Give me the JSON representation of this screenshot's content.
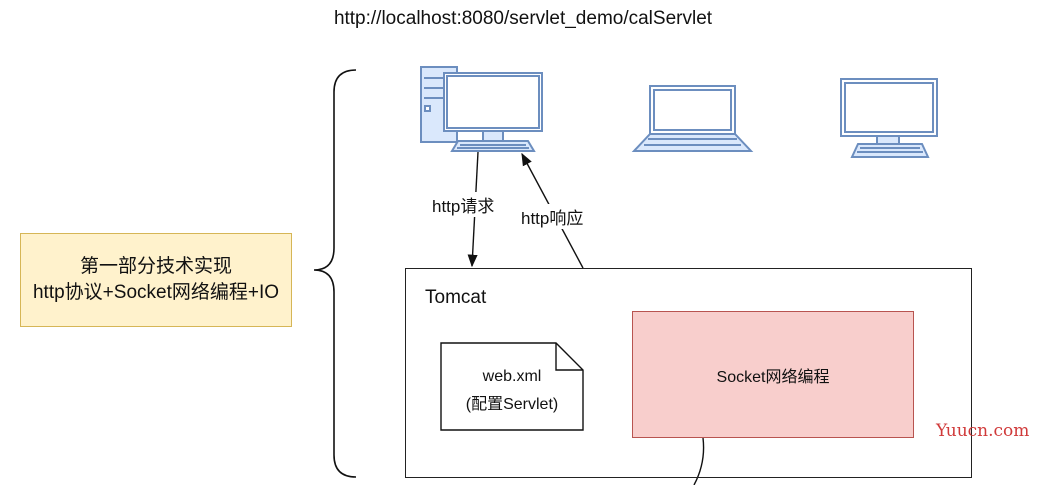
{
  "title": "http://localhost:8080/servlet_demo/calServlet",
  "note": {
    "line1": "第一部分技术实现",
    "line2": "http协议+Socket网络编程+IO"
  },
  "edges": {
    "request_label": "http请求",
    "response_label": "http响应"
  },
  "tomcat": {
    "label": "Tomcat",
    "document": {
      "line1": "web.xml",
      "line2": "(配置Servlet)"
    },
    "socket_label": "Socket网络编程"
  },
  "watermark": "Yuucn.com",
  "colors": {
    "note_fill": "#fff2cc",
    "note_stroke": "#d6b656",
    "socket_fill": "#f8cecc",
    "socket_stroke": "#b85450",
    "device_stroke": "#6c8ebf",
    "device_fill": "#dae8fc",
    "watermark": "#d03a3a"
  },
  "icons": [
    "desktop-tower-computer-icon",
    "laptop-icon",
    "monitor-keyboard-icon",
    "curly-brace-icon",
    "document-icon"
  ]
}
